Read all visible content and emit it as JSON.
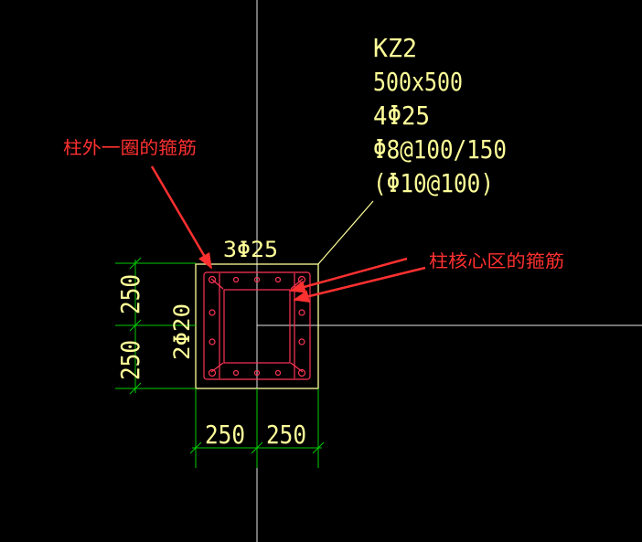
{
  "drawing": {
    "label": {
      "name": "KZ2",
      "section": "500x500",
      "corner_bars": "4Φ25",
      "stirrups": "Φ8@100/150",
      "joint_stirrups": "(Φ10@100)"
    },
    "top_side_bars": "3Φ25",
    "left_side_bars": "2Φ20",
    "dimensions": {
      "left_upper": "250",
      "left_lower": "250",
      "bottom_left": "250",
      "bottom_right": "250"
    },
    "annotations": {
      "outer_stirrup": "柱外一圈的箍筋",
      "core_stirrup": "柱核心区的箍筋"
    },
    "colors": {
      "background": "#000000",
      "outline": "#ffff99",
      "dimension": "#00cc00",
      "rebar": "#ff3355",
      "crosshair": "#ffffff",
      "annotation": "#ff3030"
    }
  }
}
